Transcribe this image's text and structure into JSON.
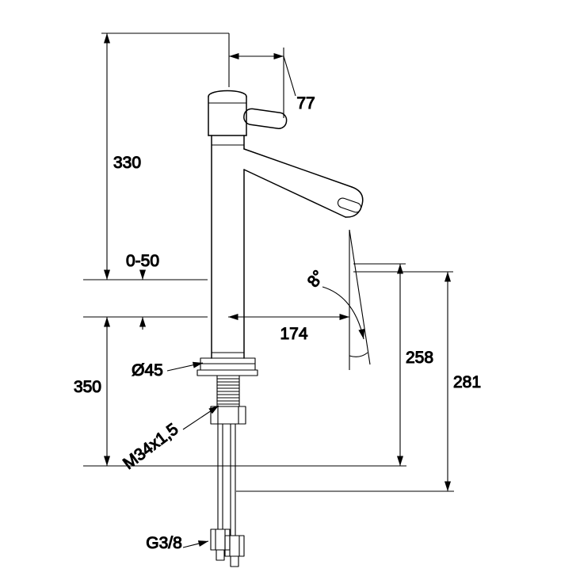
{
  "diagram": {
    "dimension_labels": {
      "handle_projection": "77",
      "height_above_mounting": "330",
      "mounting_thickness_range": "0-50",
      "spout_reach": "174",
      "spout_angle": "8°",
      "outlet_height": "258",
      "overall_height": "281",
      "below_counter_length": "350",
      "body_diameter": "Ø45",
      "shank_thread": "M34x1,5",
      "hose_connection": "G3/8"
    },
    "colors": {
      "line": "#000000",
      "background": "#ffffff"
    }
  }
}
